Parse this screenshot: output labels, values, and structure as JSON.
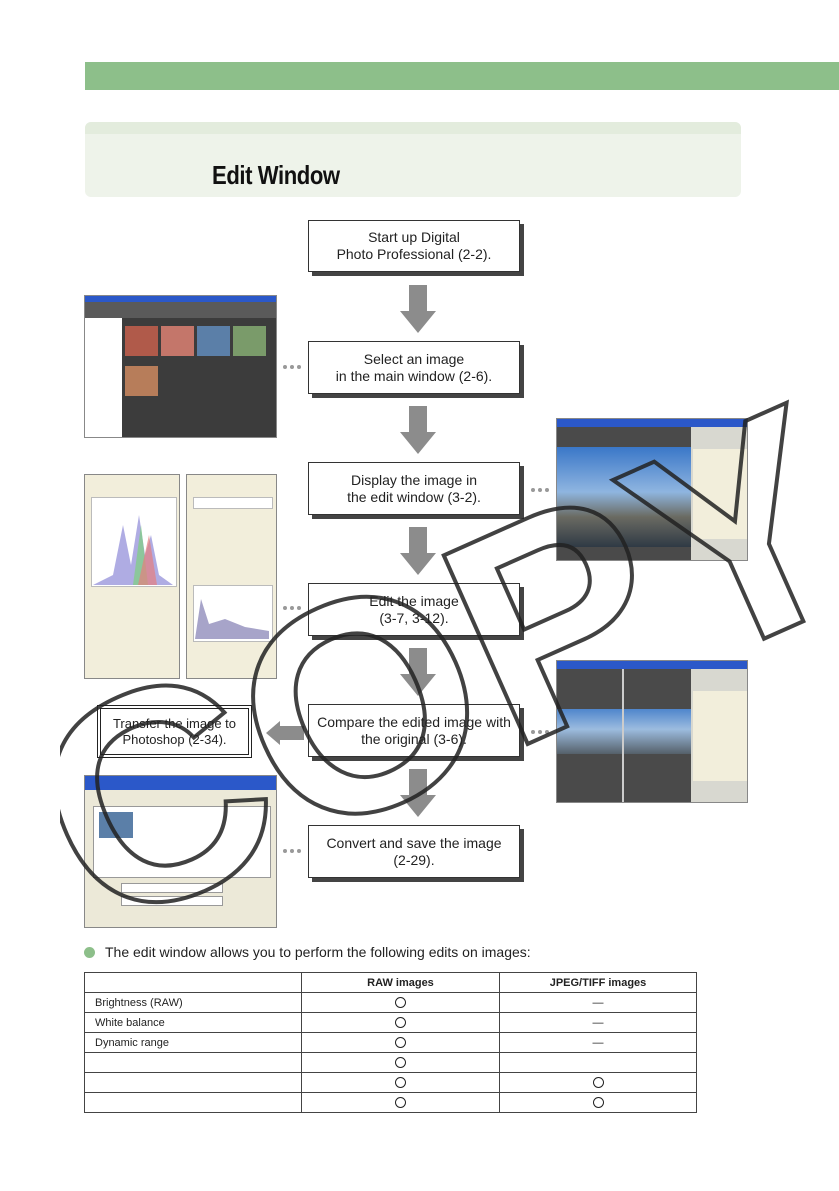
{
  "header": {
    "title": "Edit Window"
  },
  "steps": [
    {
      "label_1": "Start up Digital",
      "label_2": "Photo Professional (2-2)."
    },
    {
      "label_1": "Select an image",
      "label_2": "in the main window (2-6)."
    },
    {
      "label_1": "Display the image in",
      "label_2": "the edit window (3-2)."
    },
    {
      "label_1": "Edit the image",
      "label_2": "(3-7, 3-12)."
    },
    {
      "label_1": "Compare the edited image with",
      "label_2": "the original (3-6)."
    },
    {
      "label_1": "Convert and save the image",
      "label_2": "(2-29)."
    }
  ],
  "transfer": {
    "label_1": "Transfer the image to",
    "label_2": "Photoshop (2-34)."
  },
  "intro": "The edit window allows you to perform the following edits on images:",
  "table": {
    "headers": [
      "",
      "RAW images",
      "JPEG/TIFF images"
    ],
    "rows": [
      {
        "label": "Brightness (RAW)",
        "raw": true,
        "jpeg": "—"
      },
      {
        "label": "White balance",
        "raw": true,
        "jpeg": "—"
      },
      {
        "label": "Dynamic range",
        "raw": true,
        "jpeg": "—"
      },
      {
        "label": "",
        "raw": true,
        "jpeg": ""
      },
      {
        "label": "",
        "raw": true,
        "jpeg": "circle"
      },
      {
        "label": "",
        "raw": true,
        "jpeg": "circle"
      }
    ]
  },
  "watermark": "COPY",
  "colors": {
    "accent": "#8dbf8a",
    "arrow": "#8c8c8c"
  }
}
